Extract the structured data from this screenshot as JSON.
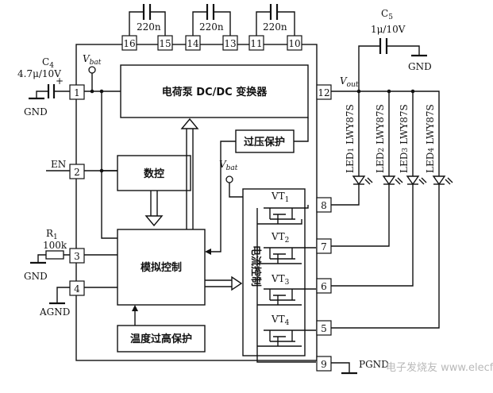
{
  "blocks": {
    "charge_pump": "电荷泵 DC/DC 变换器",
    "overvoltage": "过压保护",
    "digital_control": "数控",
    "analog_control": "模拟控制",
    "over_temp": "温度过高保护",
    "current_control": "电流控制"
  },
  "pins": [
    "1",
    "2",
    "3",
    "4",
    "5",
    "6",
    "7",
    "8",
    "9",
    "10",
    "11",
    "12",
    "13",
    "14",
    "15",
    "16"
  ],
  "labels": {
    "vbat": "V",
    "vbat_sub": "bat",
    "vout": "V",
    "vout_sub": "out",
    "en": "EN",
    "gnd": "GND",
    "agnd": "AGND",
    "pgnd": "PGND"
  },
  "components": {
    "c4_name": "C",
    "c4_sub": "4",
    "c4_value": "4.7μ/10V",
    "c5_name": "C",
    "c5_sub": "5",
    "c5_value": "1μ/10V",
    "r1_name": "R",
    "r1_sub": "1",
    "r1_value": "100k",
    "cap_flying_1": "220n",
    "cap_flying_2": "220n",
    "cap_flying_3": "220n",
    "c4_plus": "+"
  },
  "transistors": [
    {
      "name": "VT",
      "sub": "1"
    },
    {
      "name": "VT",
      "sub": "2"
    },
    {
      "name": "VT",
      "sub": "3"
    },
    {
      "name": "VT",
      "sub": "4"
    }
  ],
  "leds": [
    {
      "name": "LED",
      "sub": "1",
      "part": "LWY87S"
    },
    {
      "name": "LED",
      "sub": "2",
      "part": "LWY87S"
    },
    {
      "name": "LED",
      "sub": "3",
      "part": "LWY87S"
    },
    {
      "name": "LED",
      "sub": "4",
      "part": "LWY87S"
    }
  ],
  "watermark": "电子发烧友 www.elecfans.com"
}
